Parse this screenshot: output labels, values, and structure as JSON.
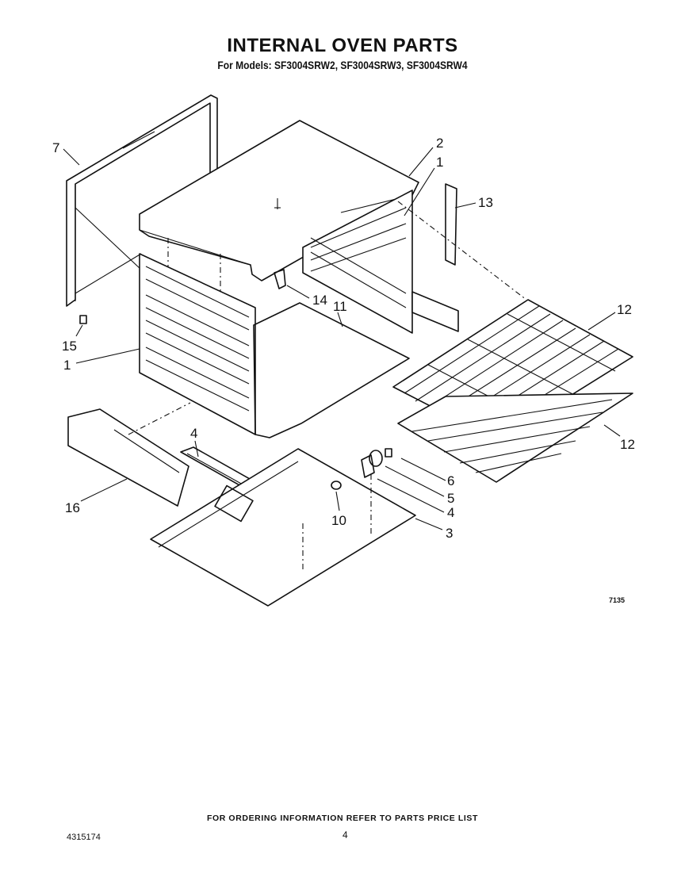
{
  "header": {
    "title": "INTERNAL OVEN PARTS",
    "subtitle": "For Models: SF3004SRW2, SF3004SRW3, SF3004SRW4"
  },
  "callouts": [
    {
      "id": "c7",
      "label": "7"
    },
    {
      "id": "c2",
      "label": "2"
    },
    {
      "id": "c1a",
      "label": "1"
    },
    {
      "id": "c13",
      "label": "13"
    },
    {
      "id": "c14",
      "label": "14"
    },
    {
      "id": "c11",
      "label": "11"
    },
    {
      "id": "c12a",
      "label": "12"
    },
    {
      "id": "c15",
      "label": "15"
    },
    {
      "id": "c1b",
      "label": "1"
    },
    {
      "id": "c4a",
      "label": "4"
    },
    {
      "id": "c12b",
      "label": "12"
    },
    {
      "id": "c6",
      "label": "6"
    },
    {
      "id": "c5",
      "label": "5"
    },
    {
      "id": "c4b",
      "label": "4"
    },
    {
      "id": "c16",
      "label": "16"
    },
    {
      "id": "c10",
      "label": "10"
    },
    {
      "id": "c3",
      "label": "3"
    }
  ],
  "diagram_code": "7135",
  "footer": {
    "ordering_note": "FOR ORDERING INFORMATION REFER TO PARTS PRICE LIST",
    "document_number": "4315174",
    "page_number": "4"
  }
}
